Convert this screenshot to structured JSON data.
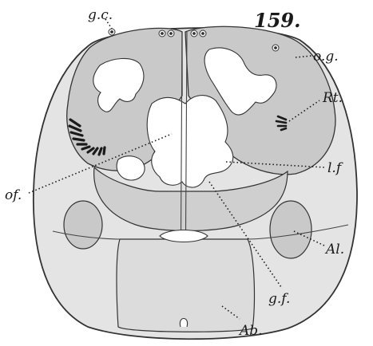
{
  "figure": {
    "number": "159.",
    "labels": {
      "gc": "g.c.",
      "og": "o.g.",
      "rt": "Rt.",
      "lf": "l.f",
      "of": "of.",
      "al": "Al.",
      "gf": "g.f.",
      "ab": "Ab."
    }
  },
  "colors": {
    "ink": "#1a1a1a",
    "grey": "#cfcfcf",
    "light_grey": "#e6e6e6"
  }
}
